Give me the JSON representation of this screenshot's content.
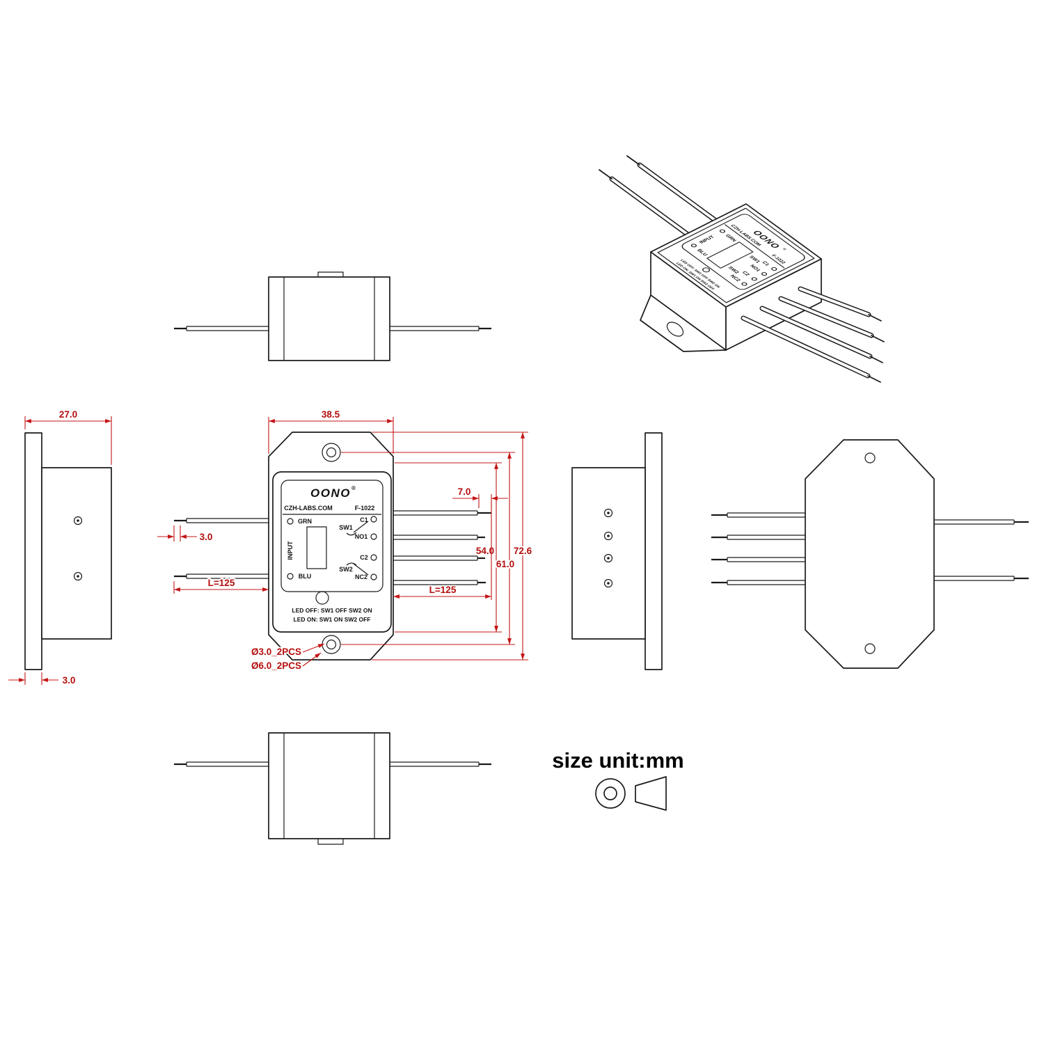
{
  "brand": {
    "name": "OONO",
    "reg": "®",
    "website": "CZH-LABS.COM",
    "model": "F-1022"
  },
  "panel": {
    "grn": "GRN",
    "input": "INPUT",
    "blu": "BLU",
    "sw1": "SW1",
    "c1": "C1",
    "no1": "NO1",
    "sw2": "SW2",
    "c2": "C2",
    "nc2": "NC2",
    "led_off": "LED OFF: SW1 OFF SW2 ON",
    "led_on": "LED ON: SW1 ON  SW2 OFF"
  },
  "dims": {
    "depth": "27.0",
    "plate_thickness": "3.0",
    "width": "38.5",
    "wire_inset": "3.0",
    "wire_length_left": "L=125",
    "wire_length_right": "L=125",
    "tip_length": "7.0",
    "body_height": "54.0",
    "hole_spacing": "61.0",
    "total_height": "72.6",
    "mount_hole_small": "Ø3.0_2PCS",
    "mount_hole_large": "Ø6.0_2PCS"
  },
  "note": {
    "size_unit": "size unit:mm"
  },
  "colors": {
    "line": "#1a1a1a",
    "dimension_line": "#c41414",
    "dimension_text": "#b50d0d",
    "background": "#ffffff"
  }
}
